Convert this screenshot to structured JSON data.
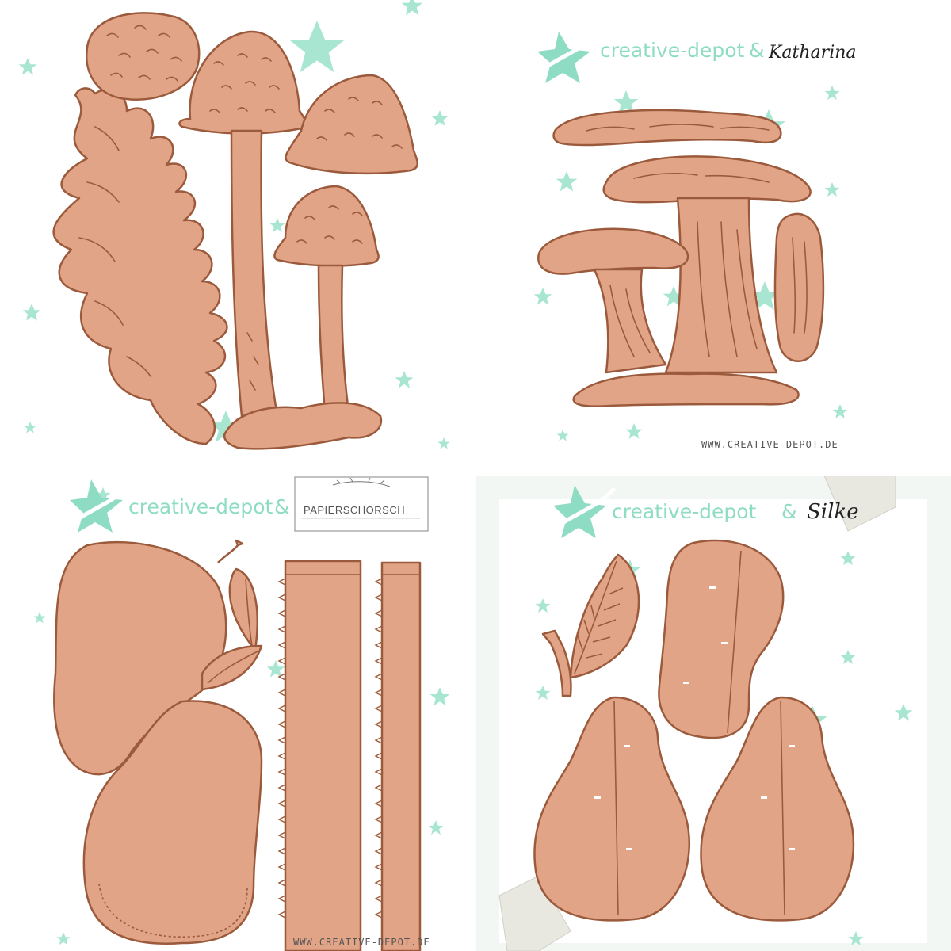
{
  "tiles": {
    "t2": {
      "brand": "creative-depot",
      "amp": "&",
      "partner": "Katharina",
      "website": "WWW.CREATIVE-DEPOT.DE"
    },
    "t3": {
      "brand": "creative-depot",
      "amp": "&",
      "partner_logo": "PAPIERSCHORSCH",
      "website": "WWW.CREATIVE-DEPOT.DE"
    },
    "t4": {
      "brand": "creative-depot",
      "amp": "&",
      "partner": "Silke"
    }
  },
  "colors": {
    "copper": "#e2a487",
    "copper_dark": "#9c5a3c",
    "star_mint": "#a8e6d2",
    "brand_mint": "#8fdcc4",
    "background": "#ffffff"
  },
  "icons": {
    "brand_logo": "star-swoosh-logo-icon",
    "decor": "star-icon"
  }
}
